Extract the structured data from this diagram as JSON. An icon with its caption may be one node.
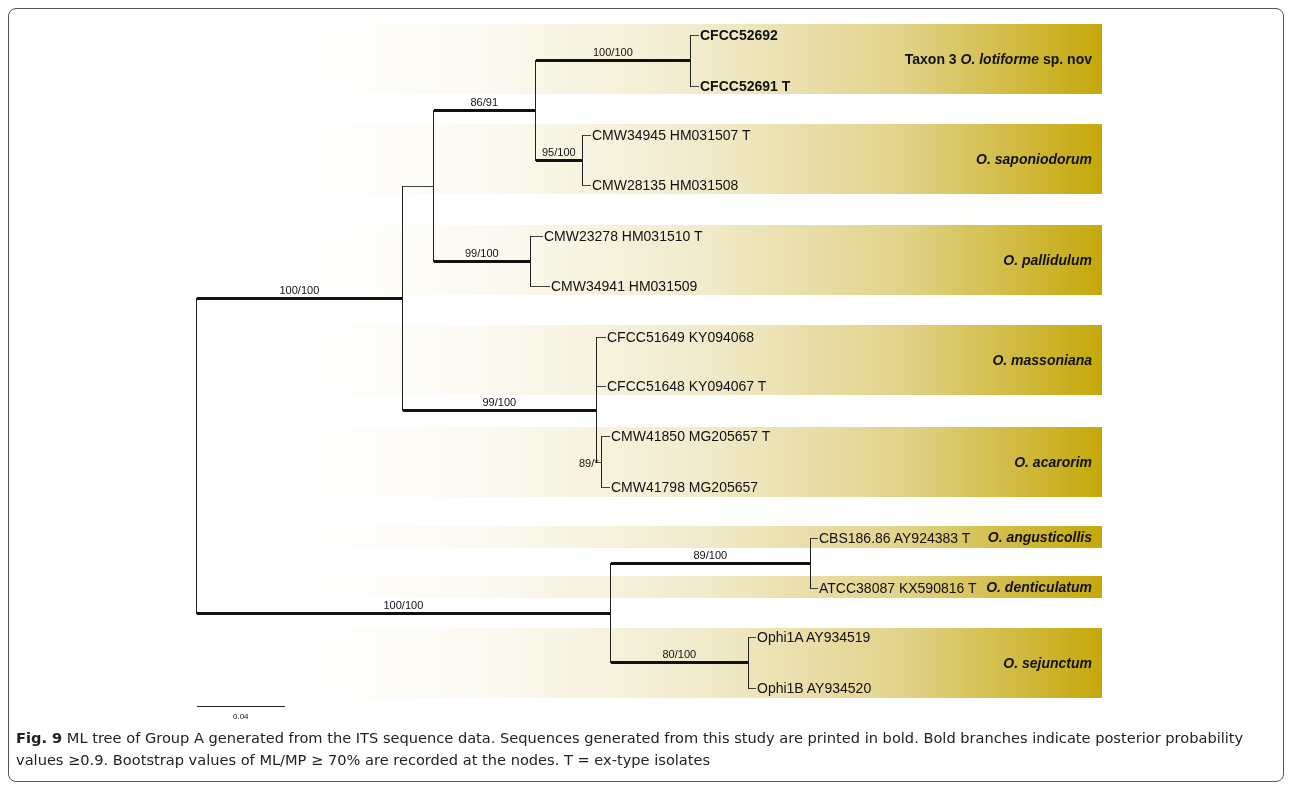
{
  "diagram": {
    "caption": "**Fig. 9** ML tree of Group A generated from the ITS sequence data. Sequences generated from this study are printed in bold. Bold branches indicate posterior probability values ≥0.9. Bootstrap values of ML/MP ≥ 70% are recorded at the nodes. T = ex-type isolates",
    "nodes": [
      {
        "text": [
          "Taxon 3 *O. lotiforme* sp. nov"
        ]
      },
      {
        "text": [
          "CFCC52692"
        ],
        "in": 0
      },
      {
        "text": [
          "CFCC52691 T"
        ],
        "in": 0
      },
      {
        "text": [
          "O. saponiodorum"
        ]
      },
      {
        "text": [
          "CMW34945 HM031507 T"
        ],
        "in": 3
      },
      {
        "text": [
          "CMW28135 HM031508"
        ],
        "in": 3
      },
      {
        "text": [
          "O. pallidulum"
        ]
      },
      {
        "text": [
          "CMW23278 HM031510 T"
        ],
        "in": 6
      },
      {
        "text": [
          "CMW34941 HM031509"
        ],
        "in": 6
      },
      {
        "text": [
          "O. massoniana"
        ]
      },
      {
        "text": [
          "CFCC51649 KY094068"
        ],
        "in": 9
      },
      {
        "text": [
          "CFCC51648 KY094067 T"
        ],
        "in": 9
      },
      {
        "text": [
          "O. acarorim"
        ]
      },
      {
        "text": [
          "CMW41850 MG205657 T"
        ],
        "in": 12
      },
      {
        "text": [
          "CMW41798 MG205657"
        ],
        "in": 12
      },
      {
        "text": [
          "O. angusticollis"
        ]
      },
      {
        "text": [
          "CBS186.86 AY924383 T"
        ],
        "in": 15
      },
      {
        "text": [
          "O. denticulatum"
        ]
      },
      {
        "text": [
          "ATCC38087 KX590816 T"
        ],
        "in": 17
      },
      {
        "text": [
          "O. sejunctum"
        ]
      },
      {
        "text": [
          "Ophi1A AY934519"
        ],
        "in": 19
      },
      {
        "text": [
          "Ophi1B AY934520"
        ],
        "in": 19
      },
      {
        "text": [],
        "shape": "bar"
      },
      {
        "text": [],
        "shape": "bar"
      },
      {
        "text": [],
        "shape": "bar"
      },
      {
        "text": [],
        "shape": "bar",
        "in": 6
      },
      {
        "text": [],
        "shape": "bar"
      },
      {
        "text": [],
        "shape": "bar",
        "in": 3
      },
      {
        "text": [],
        "shape": "bar"
      },
      {
        "text": [],
        "shape": "bar",
        "in": 12
      },
      {
        "text": [],
        "shape": "bar"
      },
      {
        "text": [],
        "shape": "bar",
        "in": 0
      },
      {
        "text": [],
        "shape": "bar",
        "in": 19
      },
      {
        "text": [],
        "shape": "bar"
      }
    ],
    "edges": [
      {
        "from": 22,
        "to": 23,
        "arrow": "none",
        "label": "100/100",
        "style": "thick"
      },
      {
        "from": 22,
        "to": 30,
        "arrow": "none",
        "label": "100/100",
        "style": "thick"
      },
      {
        "from": 23,
        "to": 24,
        "arrow": "none"
      },
      {
        "from": 23,
        "to": 28,
        "arrow": "none",
        "label": "99/100",
        "style": "thick"
      },
      {
        "from": 24,
        "to": 26,
        "arrow": "none",
        "label": "86/91",
        "style": "thick"
      },
      {
        "from": 24,
        "to": 25,
        "arrow": "none",
        "label": "99/100",
        "style": "thick"
      },
      {
        "from": 26,
        "to": 31,
        "arrow": "none",
        "label": "100/100",
        "style": "thick"
      },
      {
        "from": 26,
        "to": 27,
        "arrow": "none",
        "label": "95/100",
        "style": "thick"
      },
      {
        "from": 31,
        "to": 1,
        "arrow": "none"
      },
      {
        "from": 31,
        "to": 2,
        "arrow": "none"
      },
      {
        "from": 27,
        "to": 4,
        "arrow": "none"
      },
      {
        "from": 27,
        "to": 5,
        "arrow": "none"
      },
      {
        "from": 25,
        "to": 7,
        "arrow": "none"
      },
      {
        "from": 25,
        "to": 8,
        "arrow": "none"
      },
      {
        "from": 28,
        "to": 10,
        "arrow": "none"
      },
      {
        "from": 28,
        "to": 11,
        "arrow": "none"
      },
      {
        "from": 28,
        "to": 29,
        "arrow": "none",
        "label": "89/*"
      },
      {
        "from": 29,
        "to": 13,
        "arrow": "none"
      },
      {
        "from": 29,
        "to": 14,
        "arrow": "none"
      },
      {
        "from": 30,
        "to": 33,
        "arrow": "none",
        "label": "89/100",
        "style": "thick"
      },
      {
        "from": 30,
        "to": 32,
        "arrow": "none",
        "label": "80/100",
        "style": "thick"
      },
      {
        "from": 33,
        "to": 16,
        "arrow": "none"
      },
      {
        "from": 33,
        "to": 18,
        "arrow": "none"
      },
      {
        "from": 32,
        "to": 20,
        "arrow": "none"
      },
      {
        "from": 32,
        "to": 21,
        "arrow": "none"
      }
    ],
    "labels": [
      "0.04"
    ]
  }
}
